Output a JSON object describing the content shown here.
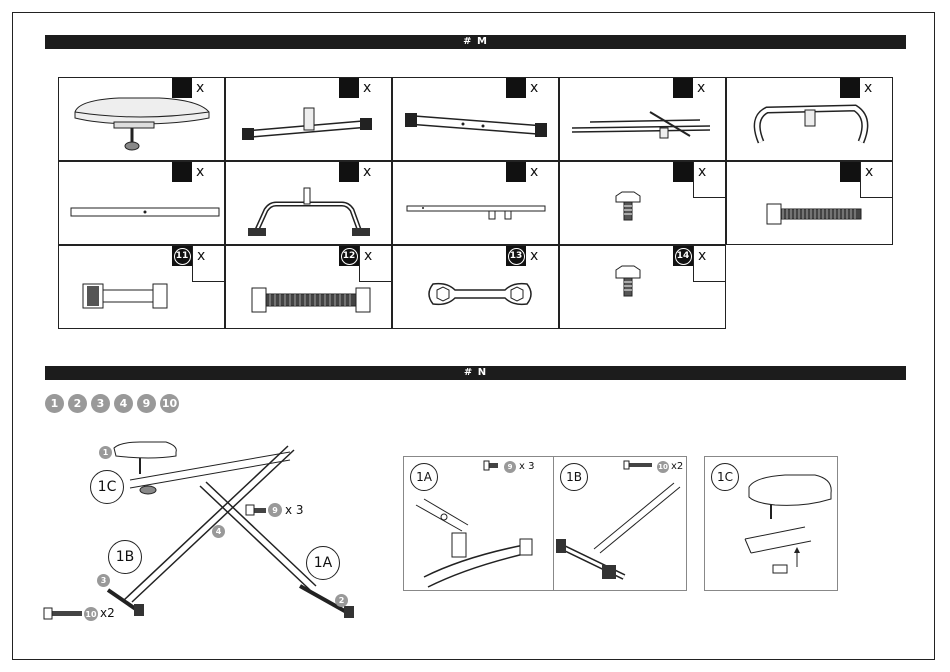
{
  "section_m": {
    "title": "# M"
  },
  "section_n": {
    "title": "# N"
  },
  "parts": [
    {
      "badge": "",
      "qty": "x",
      "icon": "seat-icon"
    },
    {
      "badge": "",
      "qty": "x",
      "icon": "front-stabilizer-icon"
    },
    {
      "badge": "",
      "qty": "x",
      "icon": "rear-stabilizer-icon"
    },
    {
      "badge": "",
      "qty": "x",
      "icon": "main-frame-icon"
    },
    {
      "badge": "",
      "qty": "x",
      "icon": "handlebar-icon"
    },
    {
      "badge": "",
      "qty": "x",
      "icon": "seat-rail-icon"
    },
    {
      "badge": "",
      "qty": "x",
      "icon": "pedal-bracket-icon"
    },
    {
      "badge": "",
      "qty": "x",
      "icon": "slide-rail-icon"
    },
    {
      "badge": "",
      "qty": "x",
      "icon": "hex-bolt-short-icon"
    },
    {
      "badge": "",
      "qty": "x",
      "icon": "hex-bolt-long-icon"
    },
    {
      "badge": "11",
      "qty": "x",
      "icon": "axle-bolt-icon"
    },
    {
      "badge": "12",
      "qty": "x",
      "icon": "threaded-rod-icon"
    },
    {
      "badge": "13",
      "qty": "x",
      "icon": "wrench-icon"
    },
    {
      "badge": "14",
      "qty": "x",
      "icon": "small-bolt-icon"
    }
  ],
  "step_parts": [
    "1",
    "2",
    "3",
    "4",
    "9",
    "10"
  ],
  "main_diagram": {
    "labels": {
      "c1": "1C",
      "b1": "1B",
      "a1": "1A"
    },
    "callouts": [
      "1",
      "4",
      "3",
      "2"
    ],
    "fastener_9": {
      "num": "9",
      "qty": "x 3"
    },
    "fastener_10": {
      "num": "10",
      "qty": "x2"
    }
  },
  "detail_panels": [
    {
      "label": "1A",
      "part": "9",
      "qty": "x 3"
    },
    {
      "label": "1B",
      "part": "10",
      "qty": "x2"
    },
    {
      "label": "1C",
      "part": "",
      "qty": ""
    }
  ]
}
